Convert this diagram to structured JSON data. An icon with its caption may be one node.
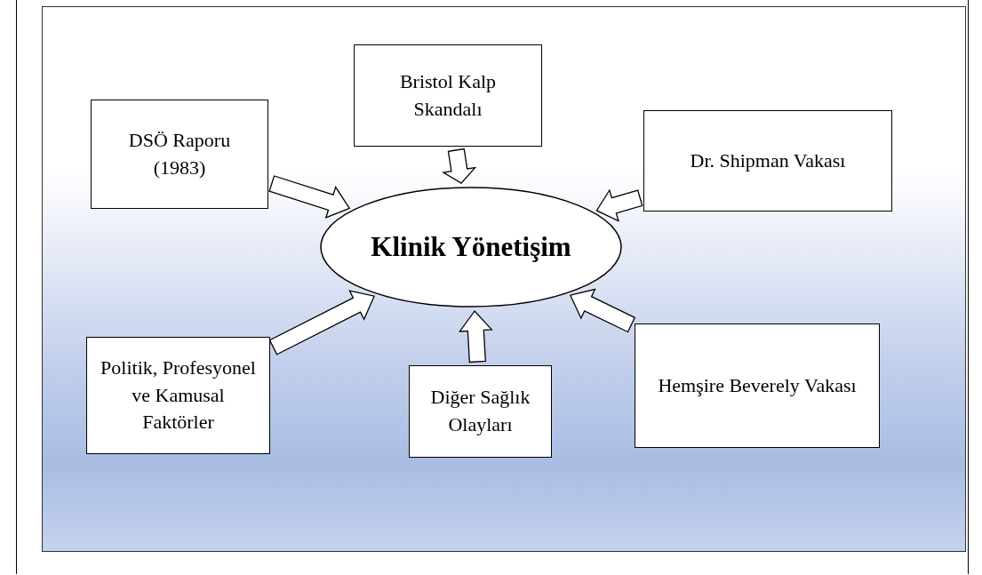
{
  "diagram": {
    "nodes": [
      {
        "text": [
          "Klinik Yönetişim"
        ]
      },
      {
        "text": [
          "DSÖ Raporu (1983)"
        ]
      },
      {
        "text": [
          "Bristol Kalp Skandalı"
        ]
      },
      {
        "text": [
          "Dr. Shipman Vakası"
        ]
      },
      {
        "text": [
          "Politik, Profesyonel ve Kamusal Faktörler"
        ]
      },
      {
        "text": [
          "Diğer Sağlık Olayları"
        ]
      },
      {
        "text": [
          "Hemşire Beverely Vakası"
        ]
      }
    ],
    "edges": [
      {
        "from": 1,
        "to": 0,
        "arrow": "to"
      },
      {
        "from": 2,
        "to": 0,
        "arrow": "to"
      },
      {
        "from": 3,
        "to": 0,
        "arrow": "to"
      },
      {
        "from": 4,
        "to": 0,
        "arrow": "to"
      },
      {
        "from": 5,
        "to": 0,
        "arrow": "to"
      },
      {
        "from": 6,
        "to": 0,
        "arrow": "to"
      }
    ]
  }
}
